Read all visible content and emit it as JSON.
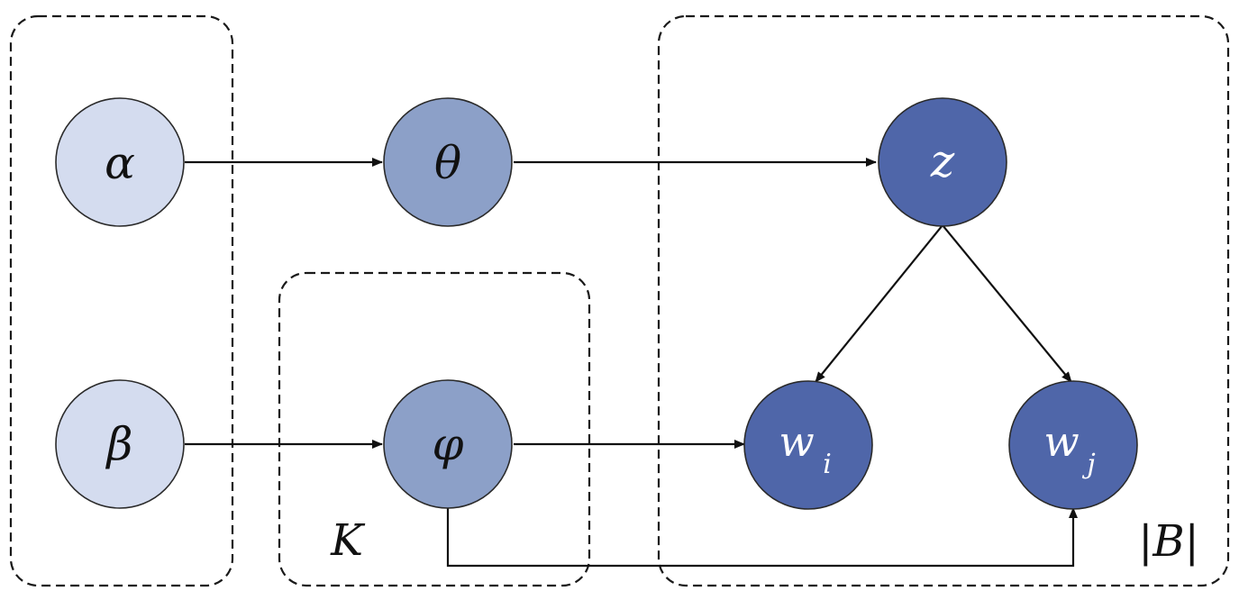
{
  "colors": {
    "hyper_fill": "#d4dcef",
    "topic_fill": "#8ca0c8",
    "observed_fill": "#4f66a9",
    "dark_label": "#111111",
    "light_label": "#ffffff",
    "plate_stroke": "#1a1a1a",
    "edge_stroke": "#111111"
  },
  "nodes": {
    "alpha": {
      "label": "α"
    },
    "beta": {
      "label": "β"
    },
    "theta": {
      "label": "θ"
    },
    "phi": {
      "label": "φ"
    },
    "z": {
      "label": "z"
    },
    "wi": {
      "label": "w",
      "subscript": "i"
    },
    "wj": {
      "label": "w",
      "subscript": "j"
    }
  },
  "plates": {
    "K": {
      "label": "K"
    },
    "B": {
      "label": "|B|"
    }
  },
  "edges": [
    {
      "from": "alpha",
      "to": "theta"
    },
    {
      "from": "theta",
      "to": "z"
    },
    {
      "from": "beta",
      "to": "phi"
    },
    {
      "from": "phi",
      "to": "wi"
    },
    {
      "from": "phi",
      "to": "wj"
    },
    {
      "from": "z",
      "to": "wi"
    },
    {
      "from": "z",
      "to": "wj"
    }
  ]
}
